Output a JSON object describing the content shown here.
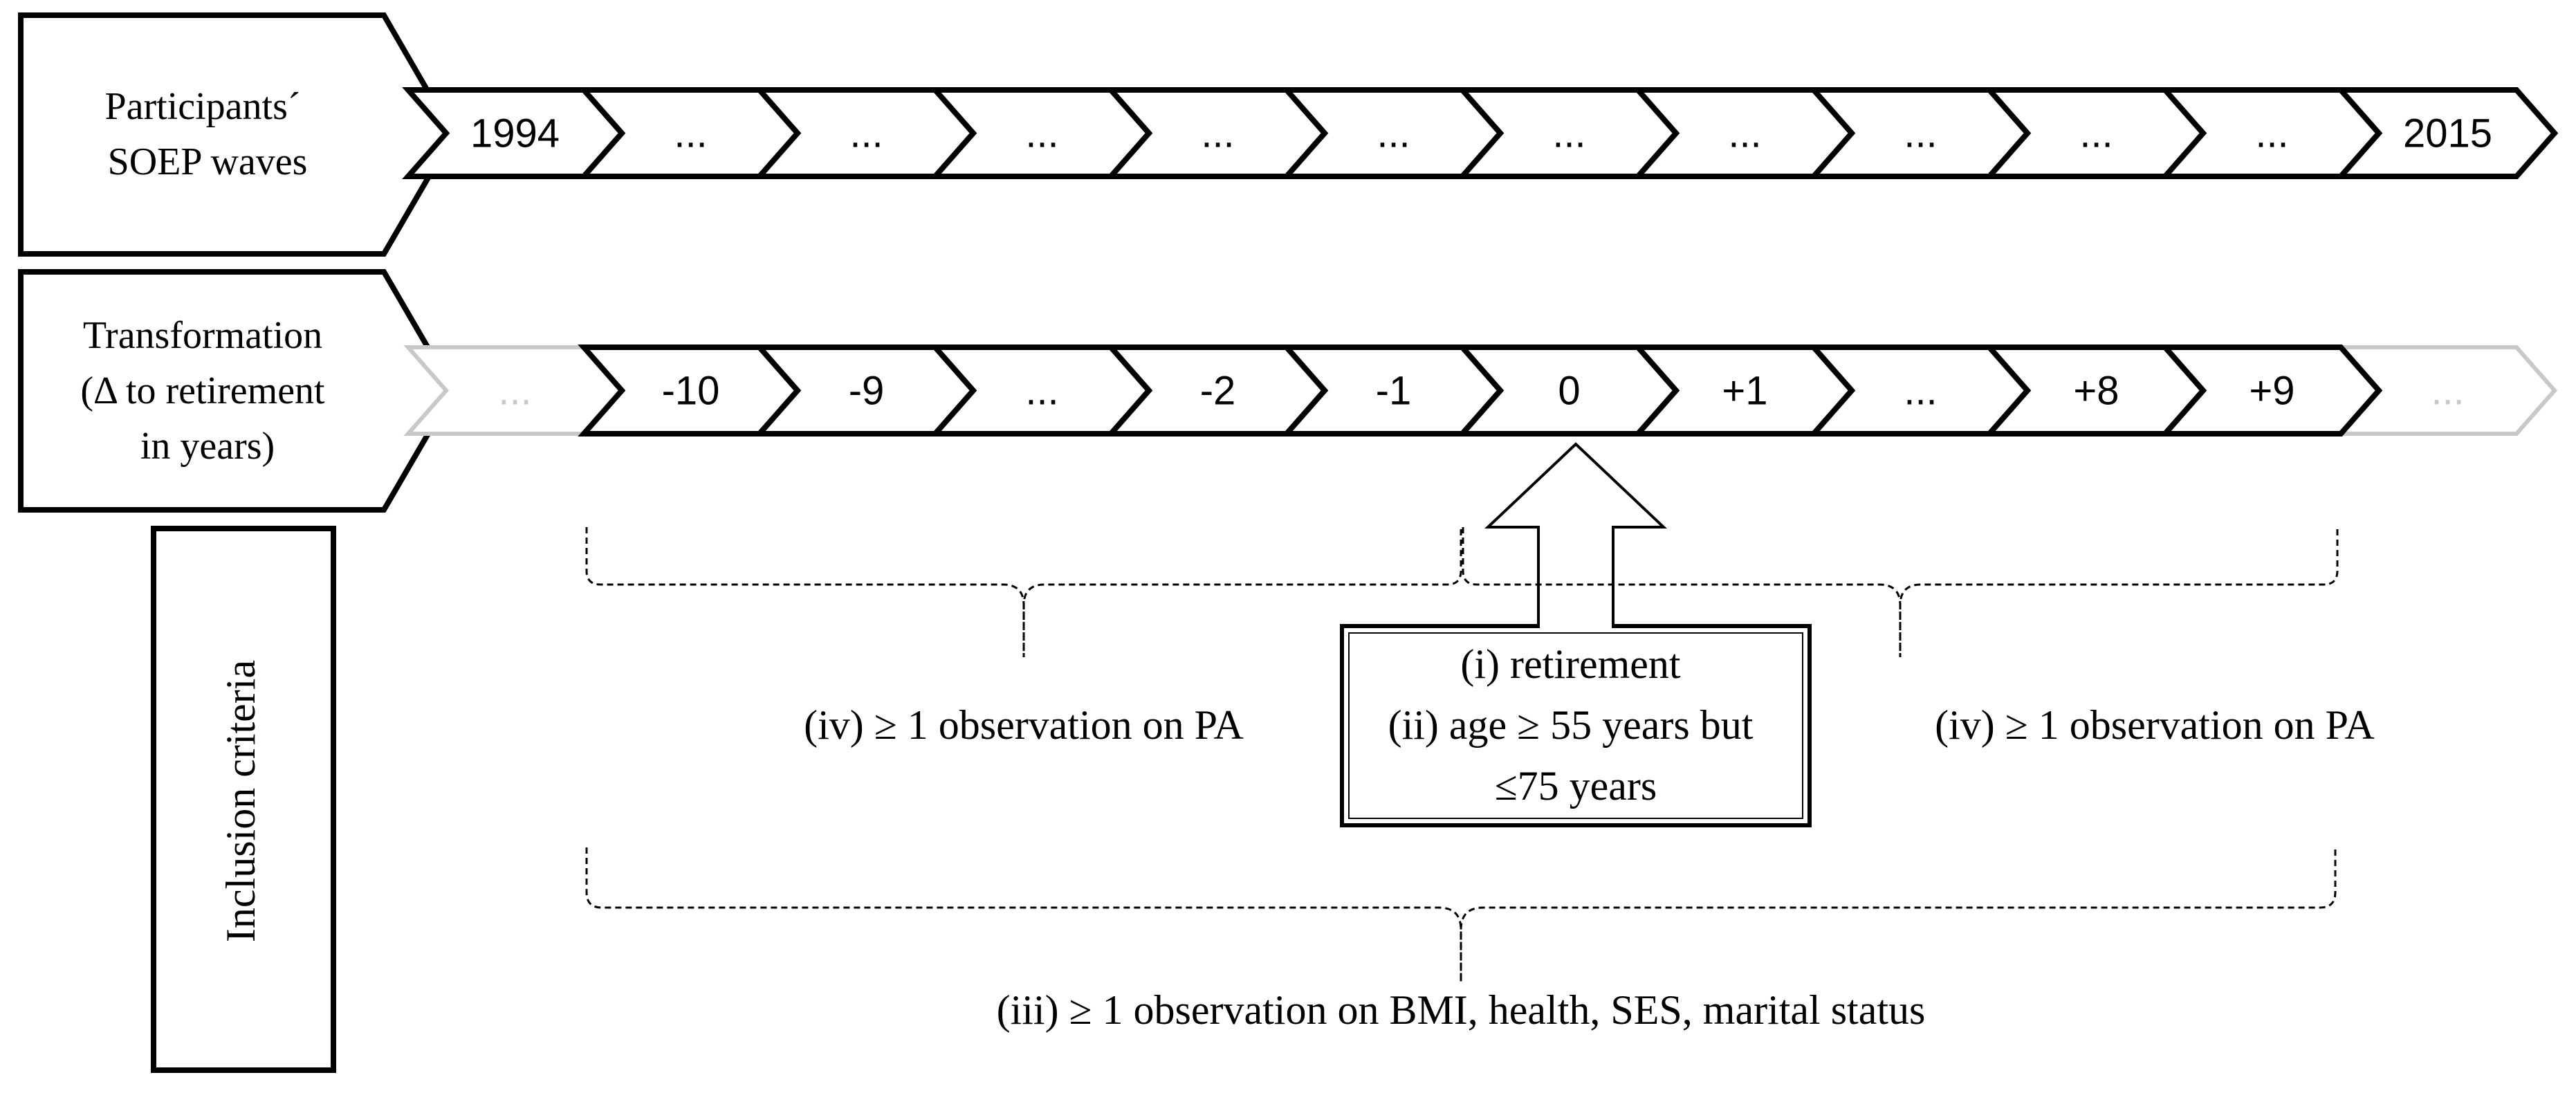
{
  "colors": {
    "line": "#000000",
    "faded": "#c8c8c8",
    "background": "#ffffff"
  },
  "rows": [
    {
      "header": [
        "Participants´",
        "SOEP waves"
      ],
      "chevrons": [
        {
          "label": "1994",
          "faded": false
        },
        {
          "label": "...",
          "faded": false
        },
        {
          "label": "...",
          "faded": false
        },
        {
          "label": "...",
          "faded": false
        },
        {
          "label": "...",
          "faded": false
        },
        {
          "label": "...",
          "faded": false
        },
        {
          "label": "...",
          "faded": false
        },
        {
          "label": "...",
          "faded": false
        },
        {
          "label": "...",
          "faded": false
        },
        {
          "label": "...",
          "faded": false
        },
        {
          "label": "...",
          "faded": false
        },
        {
          "label": "2015",
          "faded": false
        }
      ]
    },
    {
      "header": [
        "Transformation",
        "(Δ to retirement",
        "in years)"
      ],
      "chevrons": [
        {
          "label": "...",
          "faded": true
        },
        {
          "label": "-10",
          "faded": false
        },
        {
          "label": "-9",
          "faded": false
        },
        {
          "label": "...",
          "faded": false
        },
        {
          "label": "-2",
          "faded": false
        },
        {
          "label": "-1",
          "faded": false
        },
        {
          "label": "0",
          "faded": false
        },
        {
          "label": "+1",
          "faded": false
        },
        {
          "label": "...",
          "faded": false
        },
        {
          "label": "+8",
          "faded": false
        },
        {
          "label": "+9",
          "faded": false
        },
        {
          "label": "...",
          "faded": true
        }
      ]
    }
  ],
  "inclusion_label": "Inclusion criteria",
  "criteria": {
    "left": "(iv) ≥ 1 observation on PA",
    "right": "(iv) ≥ 1 observation on PA",
    "center": [
      "(i) retirement",
      "(ii) age ≥ 55 years but",
      "≤75 years"
    ],
    "bottom": "(iii) ≥ 1 observation on BMI, health, SES, marital status"
  }
}
